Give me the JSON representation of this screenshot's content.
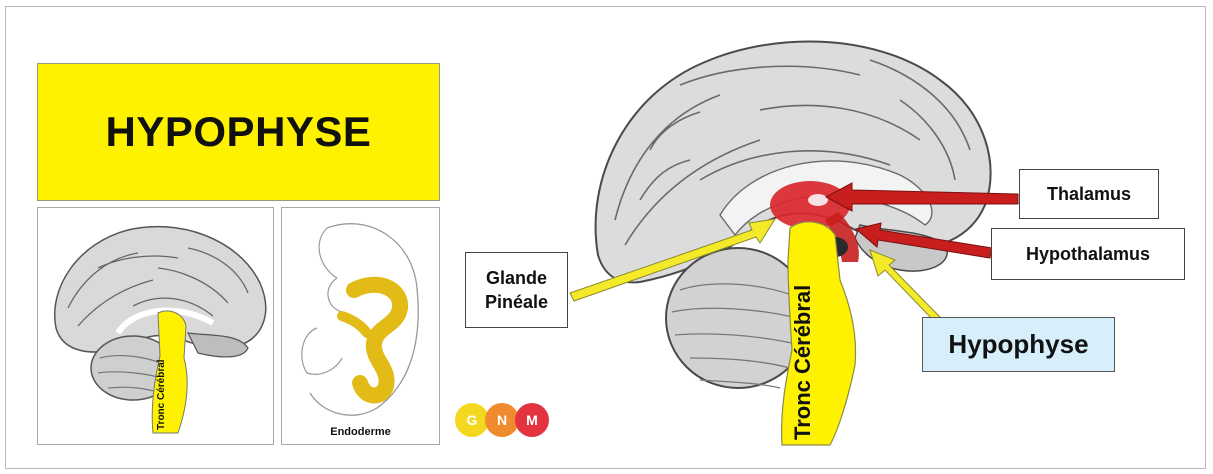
{
  "title": "HYPOPHYSE",
  "labels": {
    "thalamus": "Thalamus",
    "hypothalamus": "Hypothalamus",
    "glande_line1": "Glande",
    "glande_line2": "Pinéale",
    "hypophyse": "Hypophyse",
    "tronc_cerebral": "Tronc Cérébral",
    "small_tronc": "Tronc Cérébral",
    "endoderme": "Endoderme"
  },
  "logo": {
    "letters": [
      "G",
      "N",
      "M"
    ],
    "colors": [
      "#f3d81f",
      "#f08a2e",
      "#e3333f"
    ]
  },
  "colors": {
    "title_bg": "#fff200",
    "arrow_red": "#c81e1e",
    "arrow_yellow": "#f4ea2a",
    "hypophyse_bg": "#d6effb",
    "endoderm": "#e2bb16"
  }
}
